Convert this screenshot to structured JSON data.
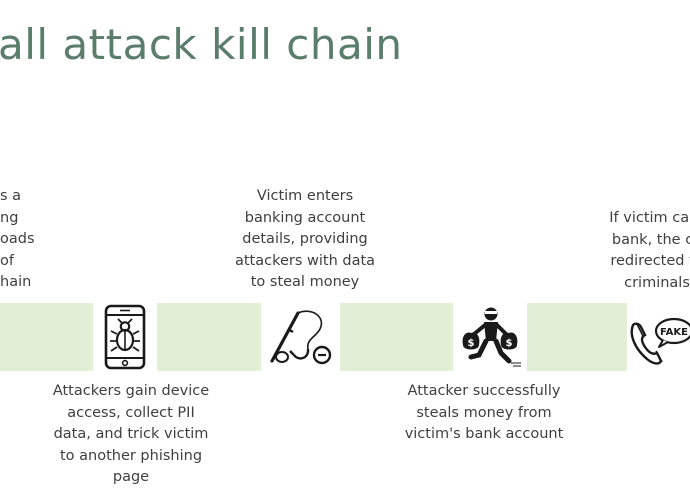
{
  "title": "all attack kill chain",
  "steps": [
    {
      "text": "s a\nng\noads\nof\nhain",
      "icon": "partial-step-icon"
    },
    {
      "text": "Attackers gain device\naccess, collect PII\ndata, and trick victim\nto another phishing\npage",
      "icon": "phone-bug-icon"
    },
    {
      "text": "Victim enters\nbanking account\ndetails, providing\nattackers with data\nto steal money",
      "icon": "fishing-hook-icon"
    },
    {
      "text": "Attacker successfully\nsteals money from\nvictim's bank account",
      "icon": "thief-money-bags-icon"
    },
    {
      "text": "If victim calls\nbank, the ca\nredirected to\ncriminals",
      "icon": "fake-call-icon"
    }
  ],
  "icon_labels": {
    "money_bag": "$",
    "fake_badge": "FAKE"
  },
  "colors": {
    "title": "#5b7d6c",
    "band": "#e2efd6",
    "text": "#3f3f3f"
  }
}
